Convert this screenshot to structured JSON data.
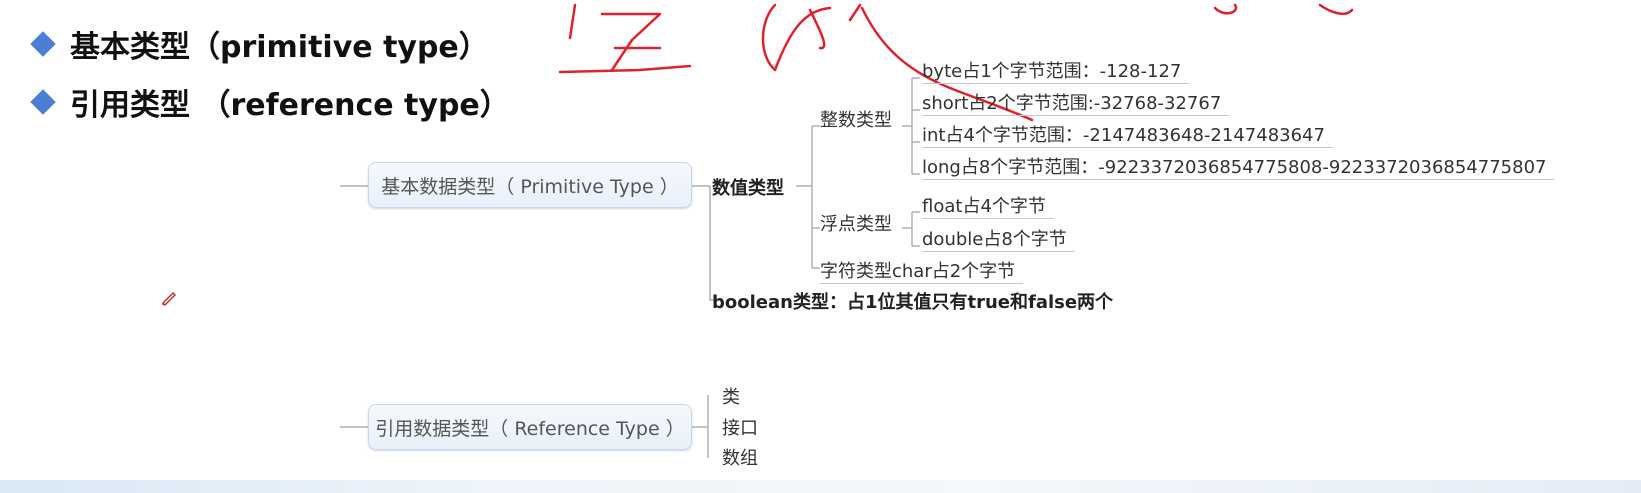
{
  "bullets": [
    {
      "text": "基本类型（primitive type）"
    },
    {
      "text": "引用类型 （reference type）"
    }
  ],
  "mindmap": {
    "primitive_root": "基本数据类型（ Primitive Type ）",
    "numeric": "数值类型",
    "integer": "整数类型",
    "integer_items": [
      "byte占1个字节范围：-128-127",
      "short占2个字节范围:-32768-32767",
      "int占4个字节范围：-2147483648-2147483647",
      "long占8个字节范围：-9223372036854775808-9223372036854775807"
    ],
    "float": "浮点类型",
    "float_items": [
      "float占4个字节",
      "double占8个字节"
    ],
    "char": "字符类型char占2个字节",
    "boolean": "boolean类型：占1位其值只有true和false两个",
    "reference_root": "引用数据类型（ Reference Type ）",
    "reference_items": [
      "类",
      "接口",
      "数组"
    ]
  },
  "colors": {
    "accent": "#4a7fd4",
    "ink": "#e0212b"
  },
  "icons": [
    "diamond-bullet-icon",
    "pen-icon"
  ]
}
